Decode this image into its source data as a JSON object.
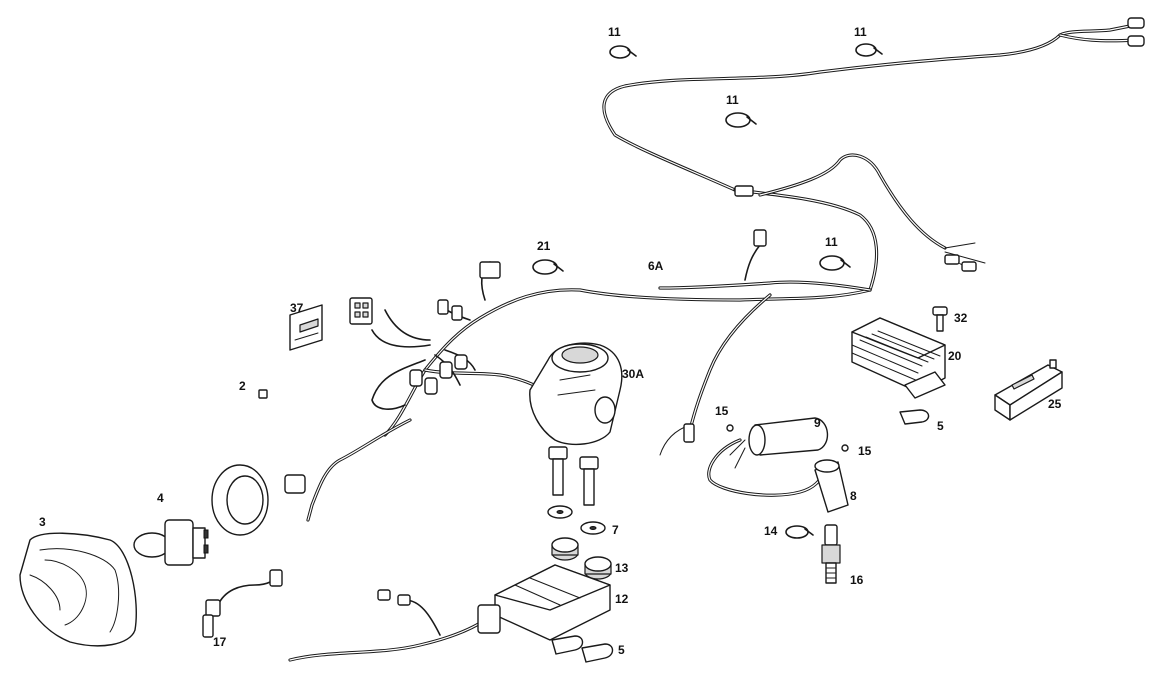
{
  "labels": {
    "p11a": "11",
    "p11b": "11",
    "p11c": "11",
    "p11d": "11",
    "p21": "21",
    "p6A": "6A",
    "p37": "37",
    "p32": "32",
    "p20": "20",
    "p30A": "30A",
    "p2": "2",
    "p25": "25",
    "p15a": "15",
    "p9": "9",
    "p15b": "15",
    "p5a": "5",
    "p4": "4",
    "p3": "3",
    "p8": "8",
    "p7": "7",
    "p14": "14",
    "p13": "13",
    "p16": "16",
    "p12": "12",
    "p17": "17",
    "p5b": "5"
  }
}
